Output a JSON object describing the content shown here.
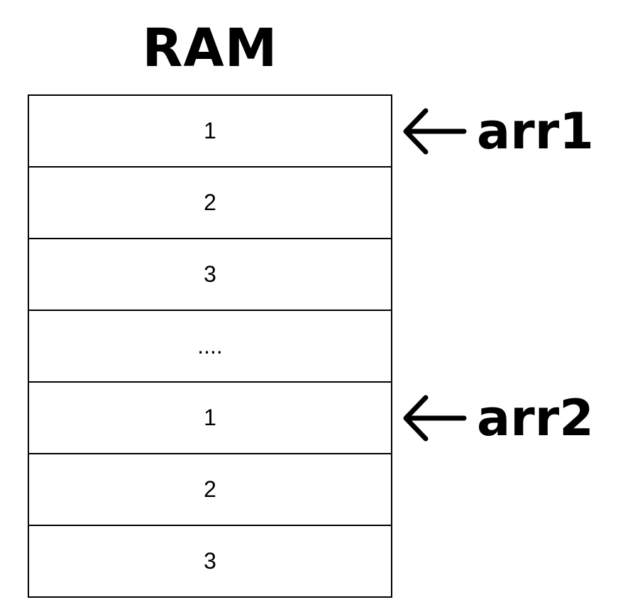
{
  "title": "RAM",
  "cells": [
    {
      "value": "1"
    },
    {
      "value": "2"
    },
    {
      "value": "3"
    },
    {
      "value": "...."
    },
    {
      "value": "1"
    },
    {
      "value": "2"
    },
    {
      "value": "3"
    }
  ],
  "pointers": [
    {
      "label": "arr1",
      "cell_index": 0,
      "icon": "left-arrow-icon"
    },
    {
      "label": "arr2",
      "cell_index": 4,
      "icon": "left-arrow-icon"
    }
  ]
}
